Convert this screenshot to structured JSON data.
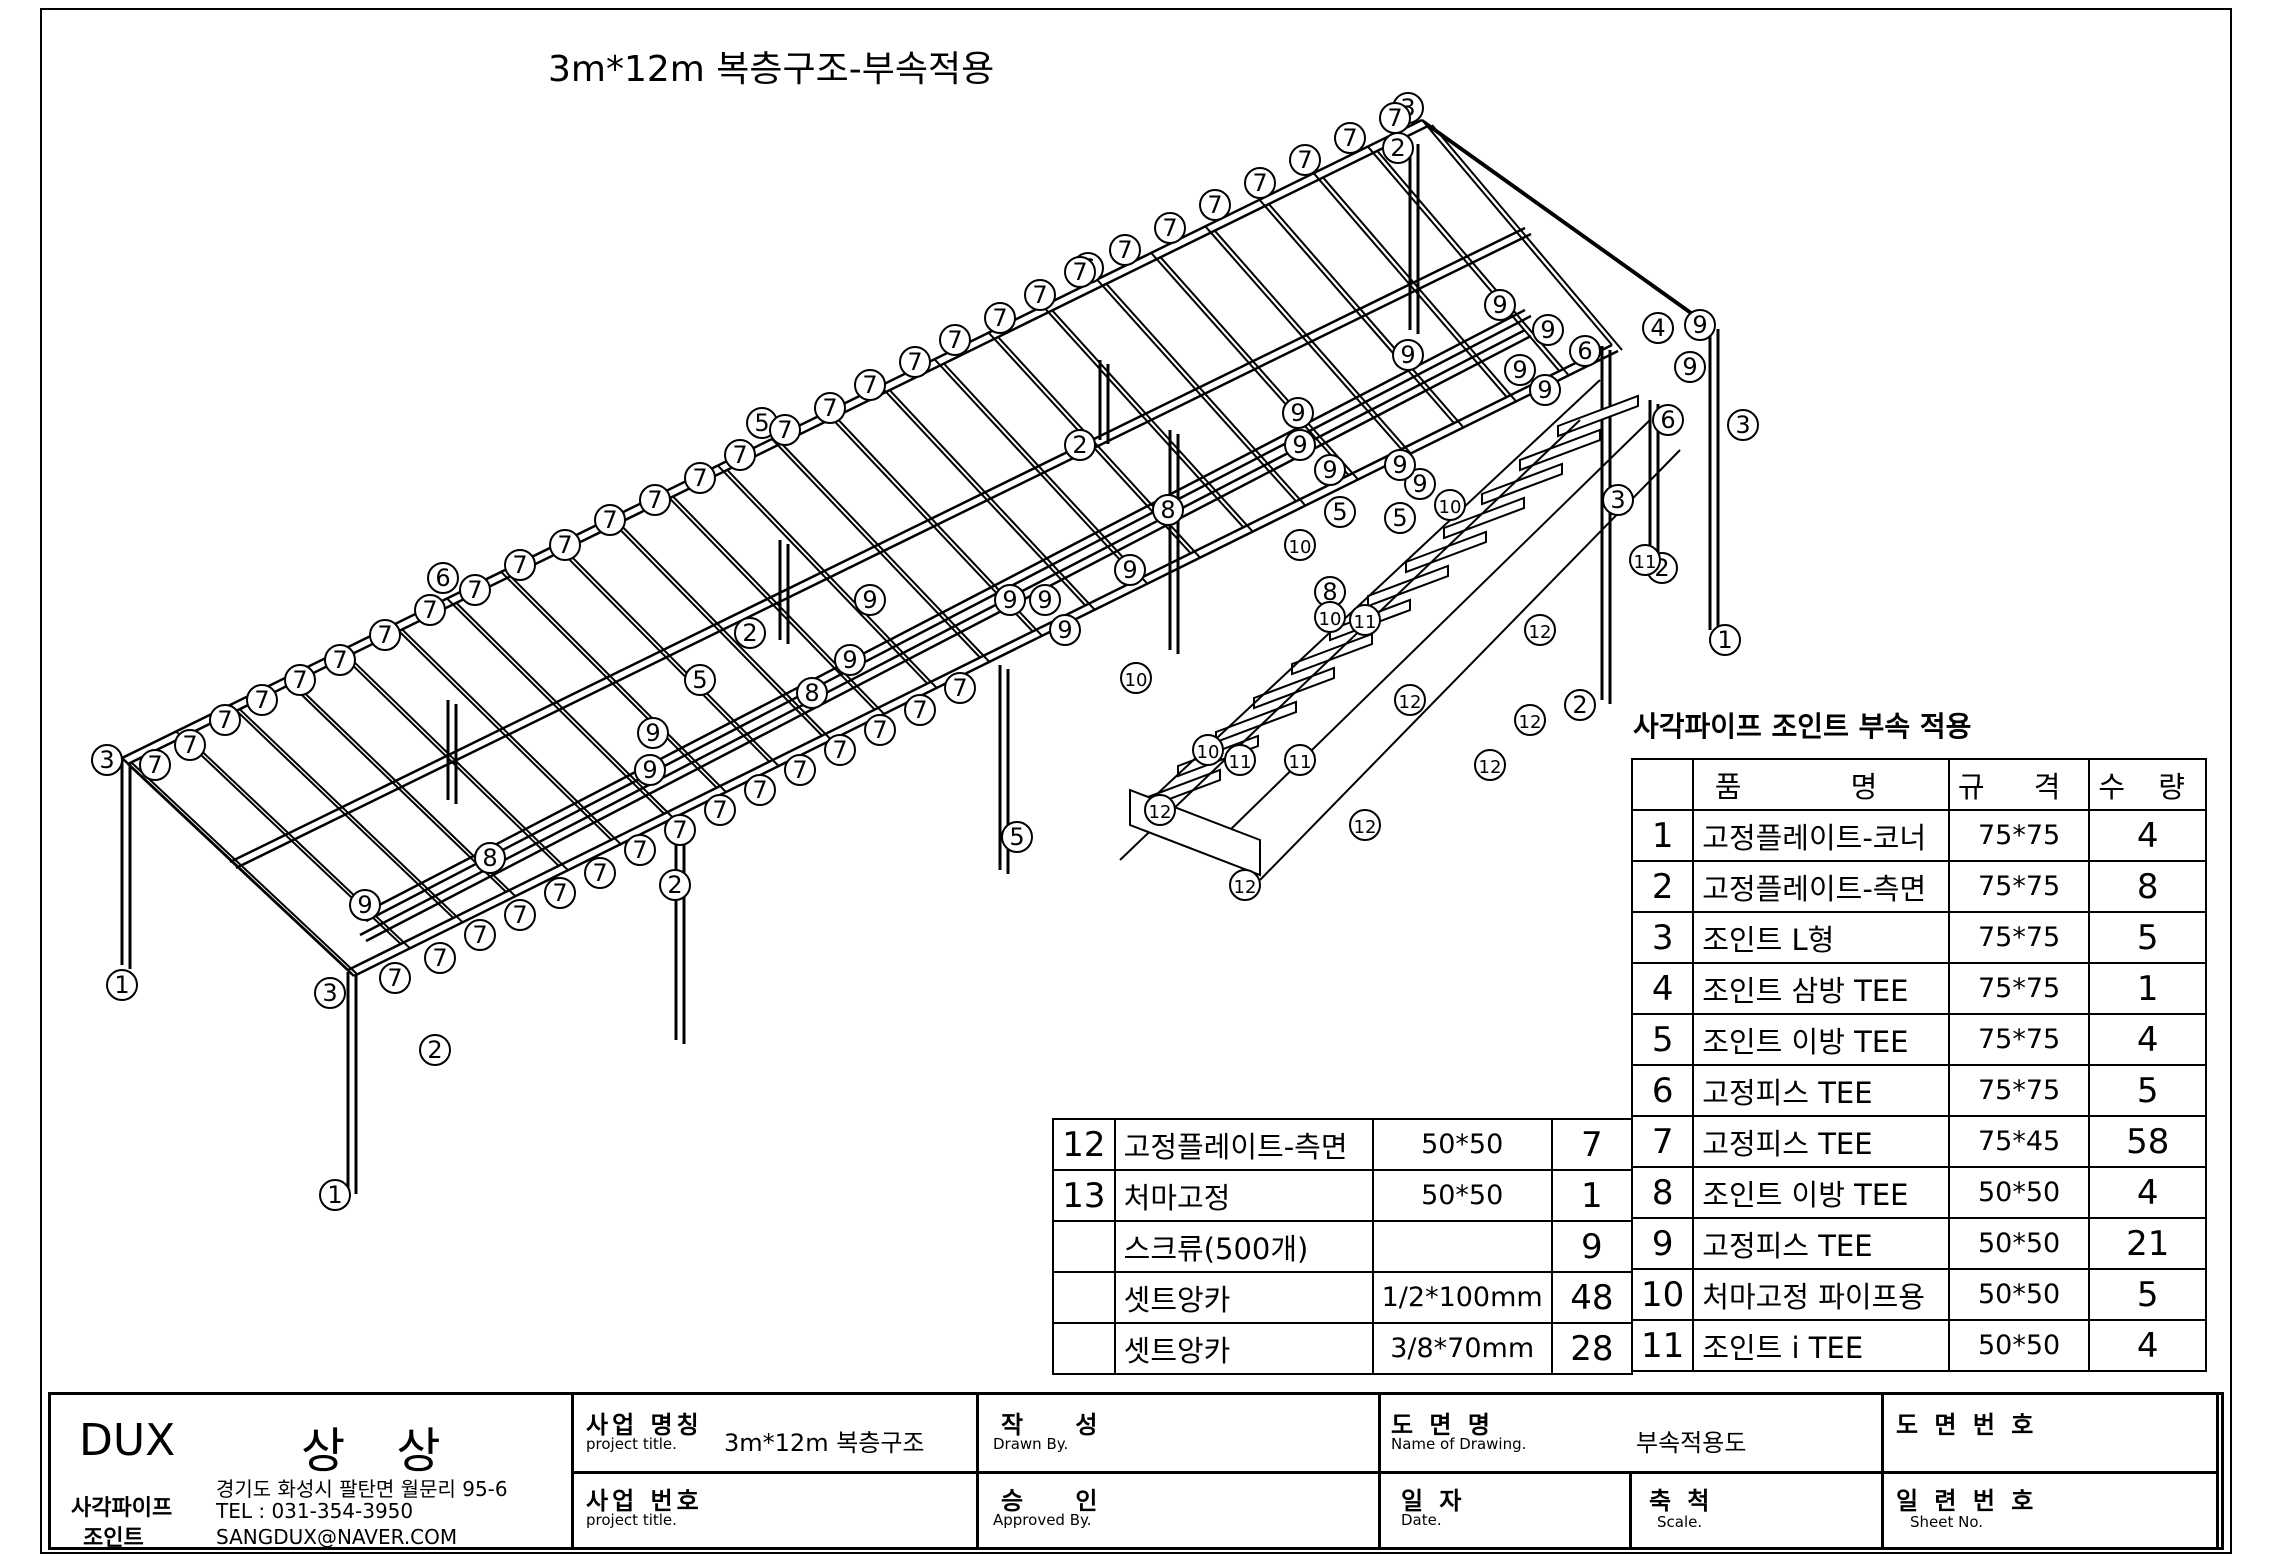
{
  "title": "3m*12m 복층구조-부속적용",
  "table_title": "사각파이프 조인트 부속 적용",
  "table_headers": {
    "name": "품 명",
    "spec": "규 격",
    "qty": "수 량"
  },
  "parts_right": [
    {
      "no": "1",
      "name": "고정플레이트-코너",
      "spec": "75*75",
      "qty": "4"
    },
    {
      "no": "2",
      "name": "고정플레이트-측면",
      "spec": "75*75",
      "qty": "8"
    },
    {
      "no": "3",
      "name": "조인트 L형",
      "spec": "75*75",
      "qty": "5"
    },
    {
      "no": "4",
      "name": "조인트 삼방 TEE",
      "spec": "75*75",
      "qty": "1"
    },
    {
      "no": "5",
      "name": "조인트 이방 TEE",
      "spec": "75*75",
      "qty": "4"
    },
    {
      "no": "6",
      "name": "고정피스 TEE",
      "spec": "75*75",
      "qty": "5"
    },
    {
      "no": "7",
      "name": "고정피스 TEE",
      "spec": "75*45",
      "qty": "58"
    },
    {
      "no": "8",
      "name": "조인트 이방 TEE",
      "spec": "50*50",
      "qty": "4"
    },
    {
      "no": "9",
      "name": "고정피스 TEE",
      "spec": "50*50",
      "qty": "21"
    },
    {
      "no": "10",
      "name": "처마고정 파이프용",
      "spec": "50*50",
      "qty": "5"
    },
    {
      "no": "11",
      "name": "조인트 i TEE",
      "spec": "50*50",
      "qty": "4"
    }
  ],
  "parts_left": [
    {
      "no": "12",
      "name": "고정플레이트-측면",
      "spec": "50*50",
      "qty": "7"
    },
    {
      "no": "13",
      "name": "처마고정",
      "spec": "50*50",
      "qty": "1"
    },
    {
      "no": "",
      "name": "스크류(500개)",
      "spec": "",
      "qty": "9"
    },
    {
      "no": "",
      "name": "셋트앙카",
      "spec": "1/2*100mm",
      "qty": "48"
    },
    {
      "no": "",
      "name": "셋트앙카",
      "spec": "3/8*70mm",
      "qty": "28"
    }
  ],
  "title_block": {
    "company": "DUX",
    "company_kr": "상 상",
    "sub1": "사각파이프",
    "sub2": "조인트",
    "address": "경기도 화성시 팔탄면 월문리 95-6",
    "tel": "TEL : 031-354-3950",
    "email": "SANGDUX@NAVER.COM",
    "project_name_label": "사업 명칭",
    "project_name_en": "project title.",
    "project_name_value": "3m*12m 복층구조",
    "project_no_label": "사업 번호",
    "project_no_en": "project title.",
    "drawn_label": "작 성",
    "drawn_en": "Drawn By.",
    "approved_label": "승 인",
    "approved_en": "Approved By.",
    "drawing_name_label": "도 면 명",
    "drawing_name_en": "Name of Drawing.",
    "drawing_name_value": "부속적용도",
    "date_label": "일 자",
    "date_en": "Date.",
    "scale_label": "축 척",
    "scale_en": "Scale.",
    "drawing_no_label": "도 면 번 호",
    "sheet_label": "일 련 번 호",
    "sheet_en": "Sheet No."
  },
  "callouts": [
    "1",
    "2",
    "3",
    "4",
    "5",
    "6",
    "7",
    "8",
    "9",
    "10",
    "11",
    "12"
  ]
}
